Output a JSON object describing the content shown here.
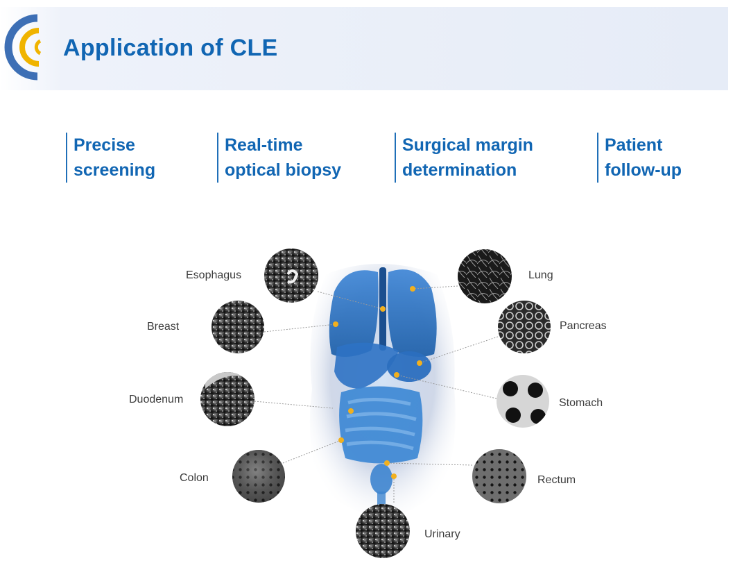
{
  "header": {
    "title": "Application of CLE",
    "logo": "cle-logo"
  },
  "applications": [
    {
      "line1": "Precise",
      "line2": "screening"
    },
    {
      "line1": "Real-time",
      "line2": "optical biopsy"
    },
    {
      "line1": "Surgical margin",
      "line2": "determination"
    },
    {
      "line1": "Patient",
      "line2": "follow-up"
    }
  ],
  "organs": {
    "esophagus": "Esophagus",
    "breast": "Breast",
    "duodenum": "Duodenum",
    "colon": "Colon",
    "lung": "Lung",
    "pancreas": "Pancreas",
    "stomach": "Stomach",
    "rectum": "Rectum",
    "urinary": "Urinary"
  },
  "colors": {
    "accent_blue": "#1166b3",
    "logo_blue": "#3d6fb5",
    "logo_yellow": "#f0b400",
    "marker_dot": "#f2b01e"
  }
}
